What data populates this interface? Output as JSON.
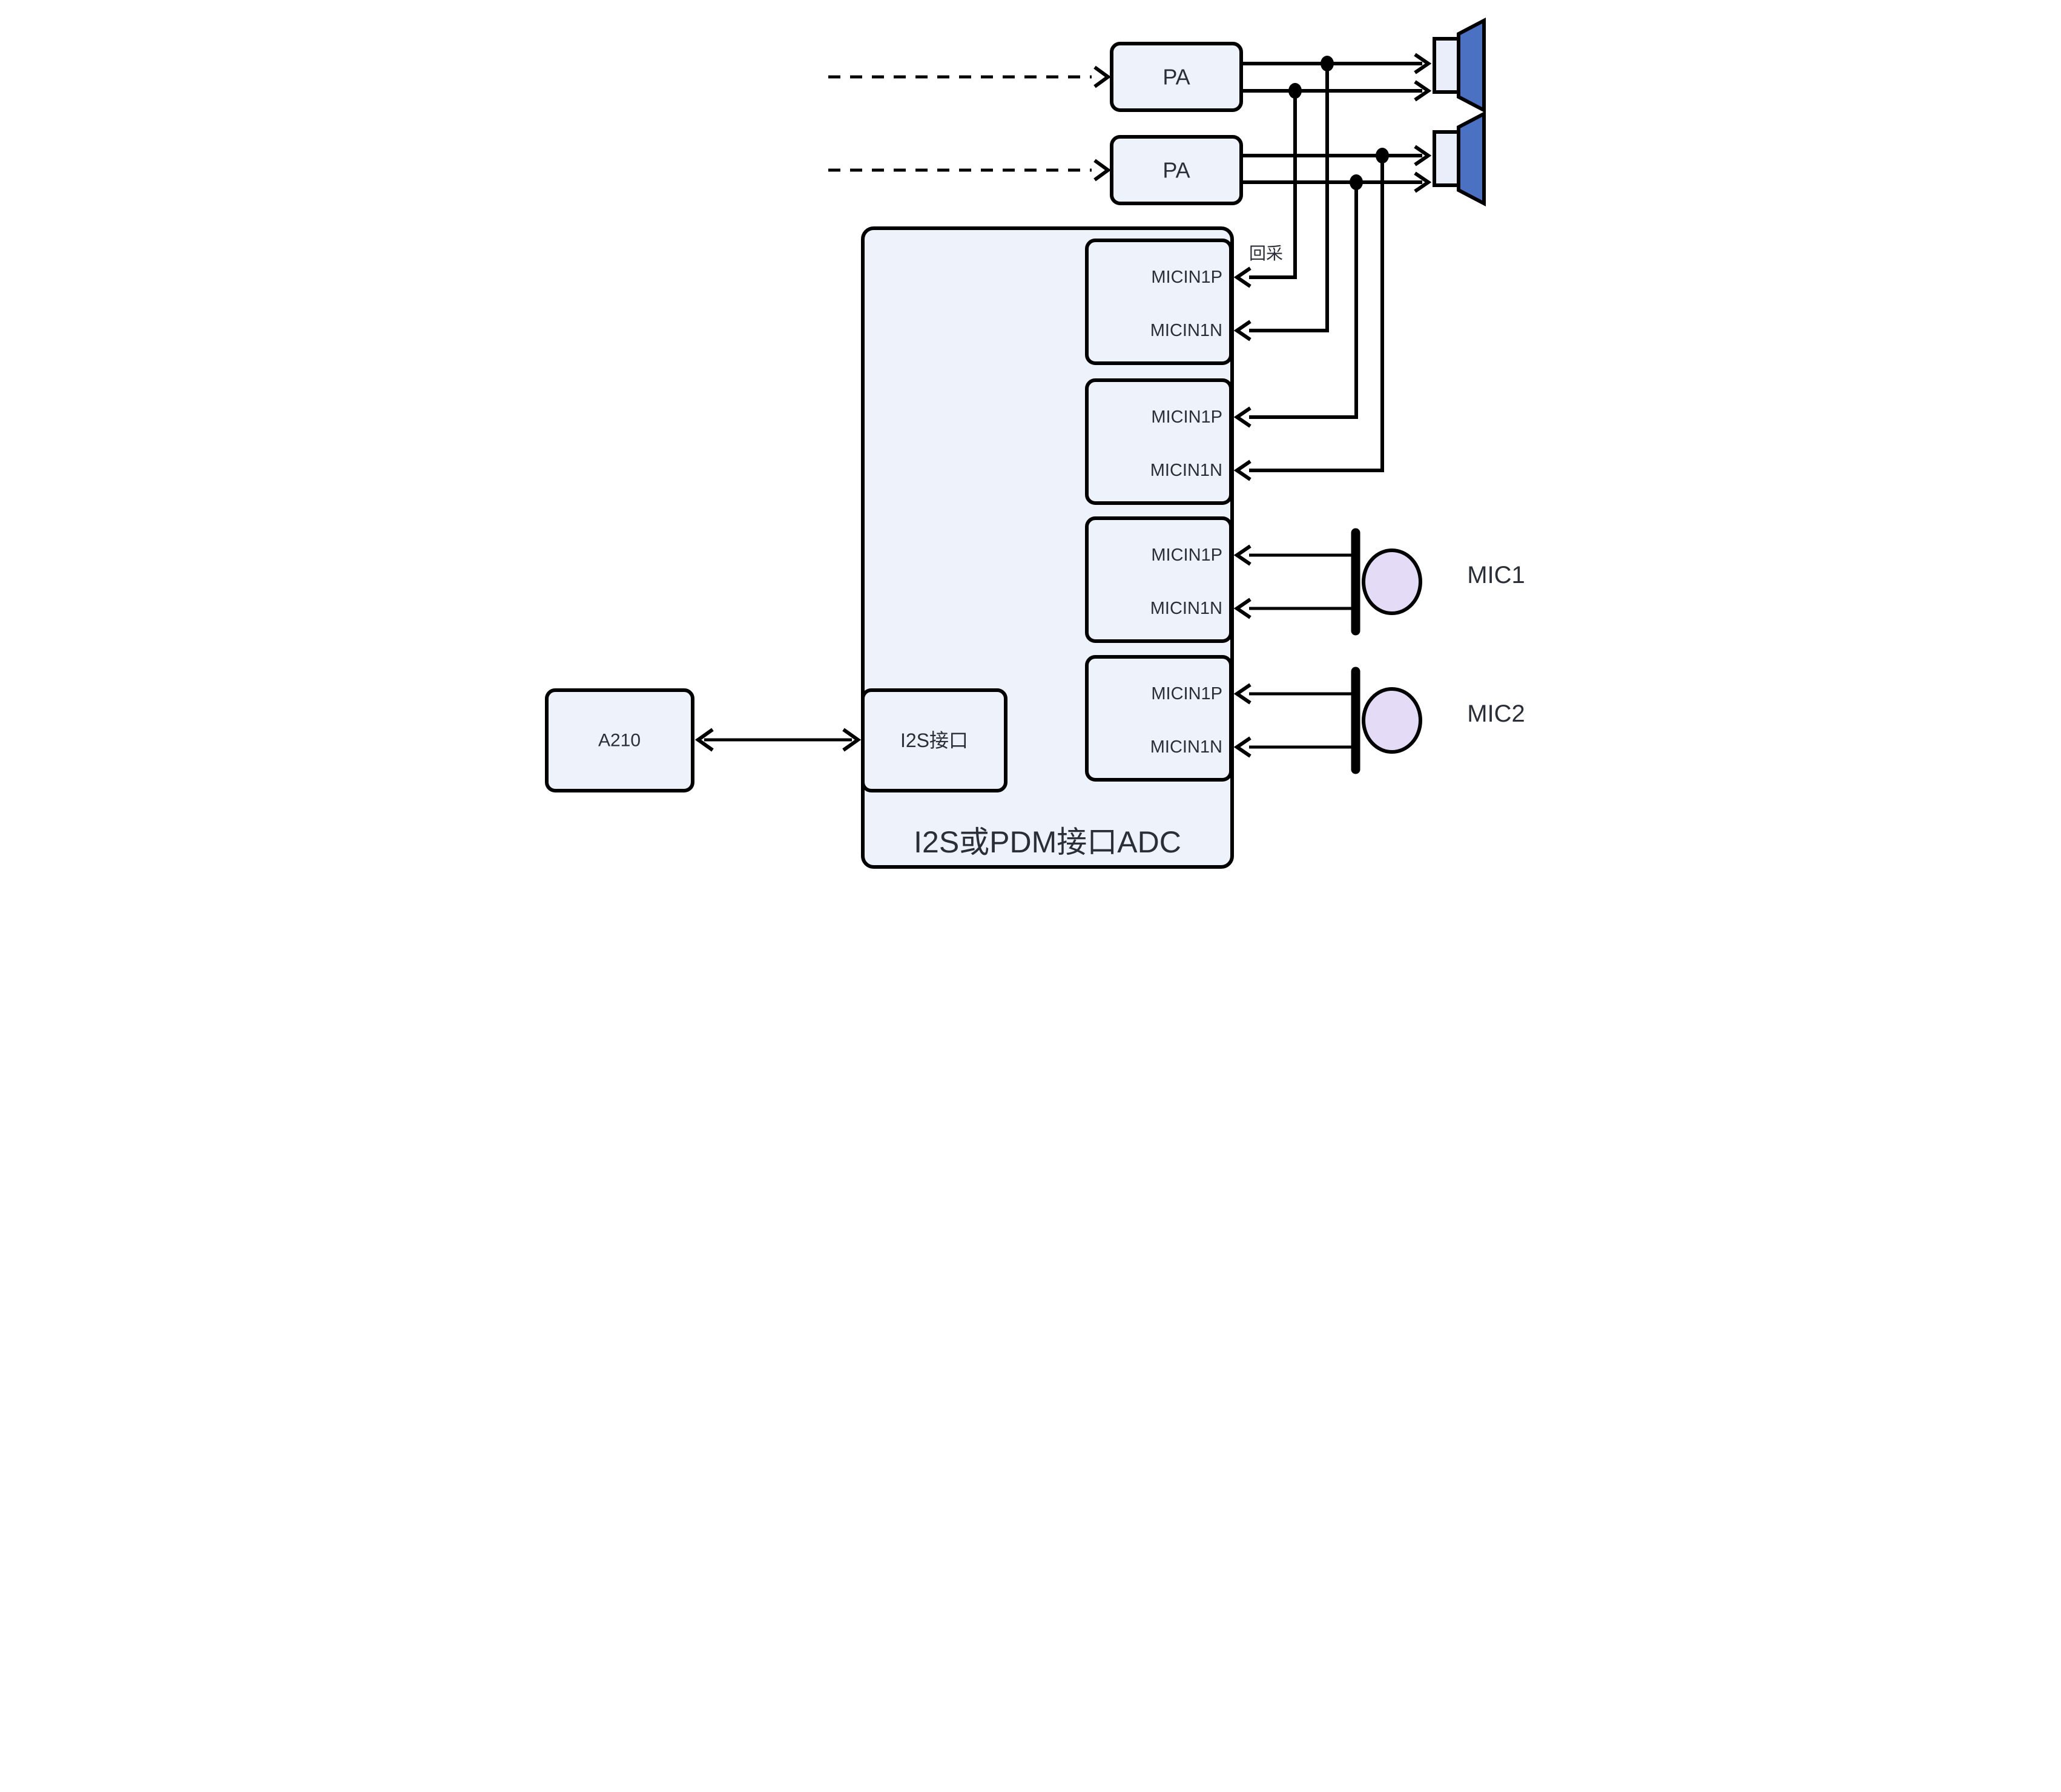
{
  "colors": {
    "node_fill": "#edf2fb",
    "speaker_body_fill": "#e9eefa",
    "speaker_cone_fill": "#4b72c2",
    "mic_fill": "#e4dcf6",
    "text": "#2a2e36",
    "line": "#000000"
  },
  "diagram": {
    "pa_top": {
      "label": "PA"
    },
    "pa_bottom": {
      "label": "PA"
    },
    "loopback": {
      "label": "回采"
    },
    "adc": {
      "title": "I2S或PDM接口ADC",
      "i2s_block": {
        "label": "I2S接口"
      },
      "micin_blocks": [
        {
          "pin_p": "MICIN1P",
          "pin_n": "MICIN1N"
        },
        {
          "pin_p": "MICIN1P",
          "pin_n": "MICIN1N"
        },
        {
          "pin_p": "MICIN1P",
          "pin_n": "MICIN1N"
        },
        {
          "pin_p": "MICIN1P",
          "pin_n": "MICIN1N"
        }
      ]
    },
    "host": {
      "label": "A210"
    },
    "mics": [
      {
        "label": "MIC1"
      },
      {
        "label": "MIC2"
      }
    ]
  }
}
